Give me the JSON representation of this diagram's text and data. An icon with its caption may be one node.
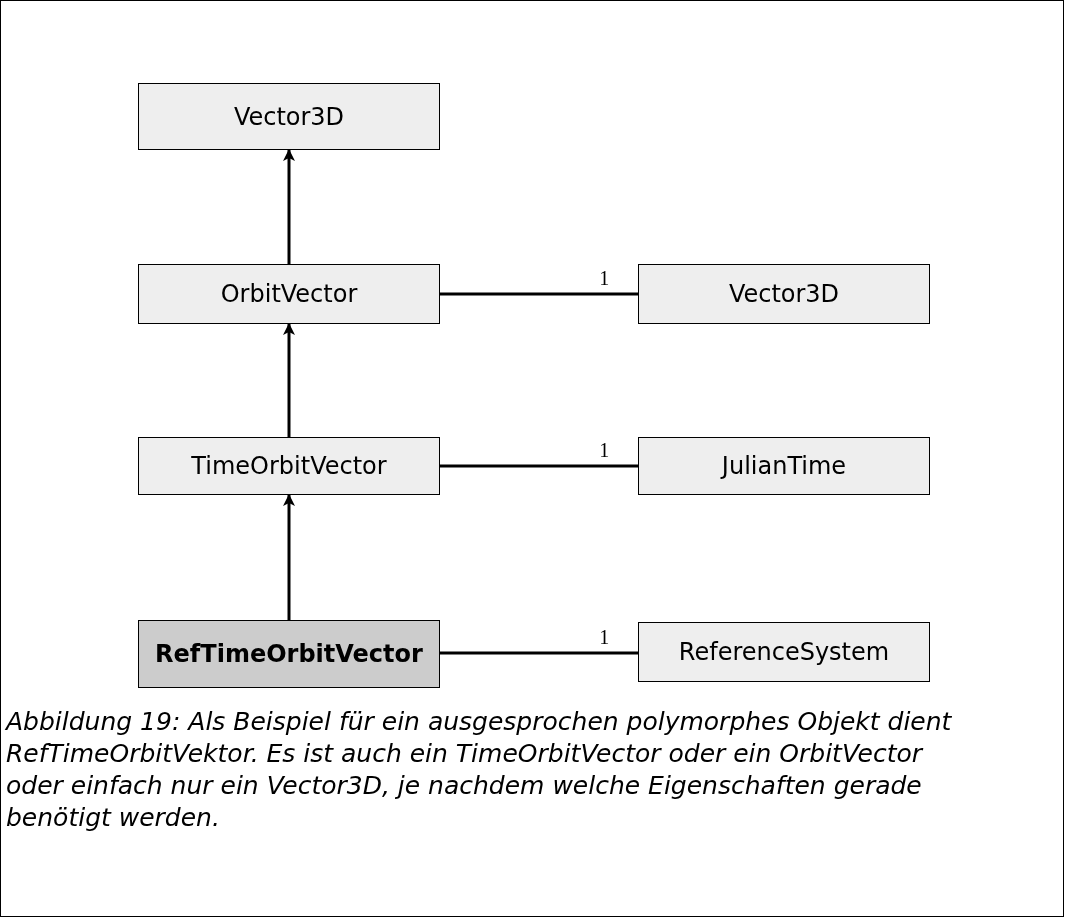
{
  "diagram": {
    "nodes": [
      {
        "text": [
          "Vector3D"
        ]
      },
      {
        "text": [
          "OrbitVector"
        ]
      },
      {
        "text": [
          "Vector3D"
        ]
      },
      {
        "text": [
          "TimeOrbitVector"
        ]
      },
      {
        "text": [
          "JulianTime"
        ]
      },
      {
        "text": [
          "RefTimeOrbitVector"
        ]
      },
      {
        "text": [
          "ReferenceSystem"
        ]
      }
    ],
    "edges": [
      {
        "from": 1,
        "to": 0,
        "arrow": "to"
      },
      {
        "from": 1,
        "to": 2,
        "arrow": "none",
        "label": "1"
      },
      {
        "from": 3,
        "to": 1,
        "arrow": "to"
      },
      {
        "from": 3,
        "to": 4,
        "arrow": "none",
        "label": "1"
      },
      {
        "from": 5,
        "to": 3,
        "arrow": "to"
      },
      {
        "from": 5,
        "to": 6,
        "arrow": "none",
        "label": "1"
      }
    ],
    "caption": "Abbildung 19: Als Beispiel für ein ausgesprochen polymorphes Objekt dient RefTimeOrbitVektor. Es ist auch ein TimeOrbitVector oder ein OrbitVector oder einfach nur ein Vector3D, je nachdem welche Eigenschaften gerade benötigt werden."
  }
}
